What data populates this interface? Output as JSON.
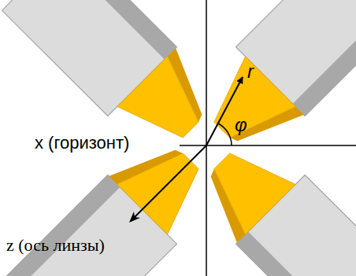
{
  "diagram": {
    "labels": [
      "r",
      "φ",
      "x (горизонт)",
      "z (ось линзы)"
    ]
  }
}
